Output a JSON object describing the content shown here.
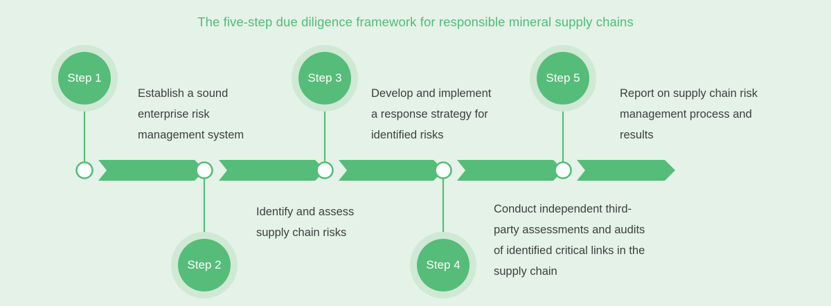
{
  "title": "The five-step due diligence framework for responsible mineral supply chains",
  "colors": {
    "background": "#e4f2e8",
    "accent_green": "#56bc79",
    "halo_green": "#cfe9d5",
    "title_green": "#52bb78",
    "text_gray": "#3f3f3f",
    "node_fill": "#ffffff"
  },
  "steps": [
    {
      "label": "Step 1",
      "description": "Establish a sound enterprise risk management system",
      "lines": [
        "Establish a sound",
        "enterprise risk",
        "management system"
      ],
      "position": "above"
    },
    {
      "label": "Step 2",
      "description": "Identify and assess supply chain risks",
      "lines": [
        "Identify and assess",
        "supply chain risks"
      ],
      "position": "below"
    },
    {
      "label": "Step 3",
      "description": "Develop and implement a response strategy for identified risks",
      "lines": [
        "Develop and implement",
        "a response strategy for",
        "identified risks"
      ],
      "position": "above"
    },
    {
      "label": "Step 4",
      "description": "Conduct independent third-party assessments and audits of identified critical links in the supply chain",
      "lines": [
        "Conduct independent third-",
        "party assessments and audits",
        "of identified critical links in the",
        "supply chain"
      ],
      "position": "below"
    },
    {
      "label": "Step 5",
      "description": "Report on supply chain risk management process and results",
      "lines": [
        "Report on supply chain risk",
        "management process and",
        "results"
      ],
      "position": "above"
    }
  ]
}
